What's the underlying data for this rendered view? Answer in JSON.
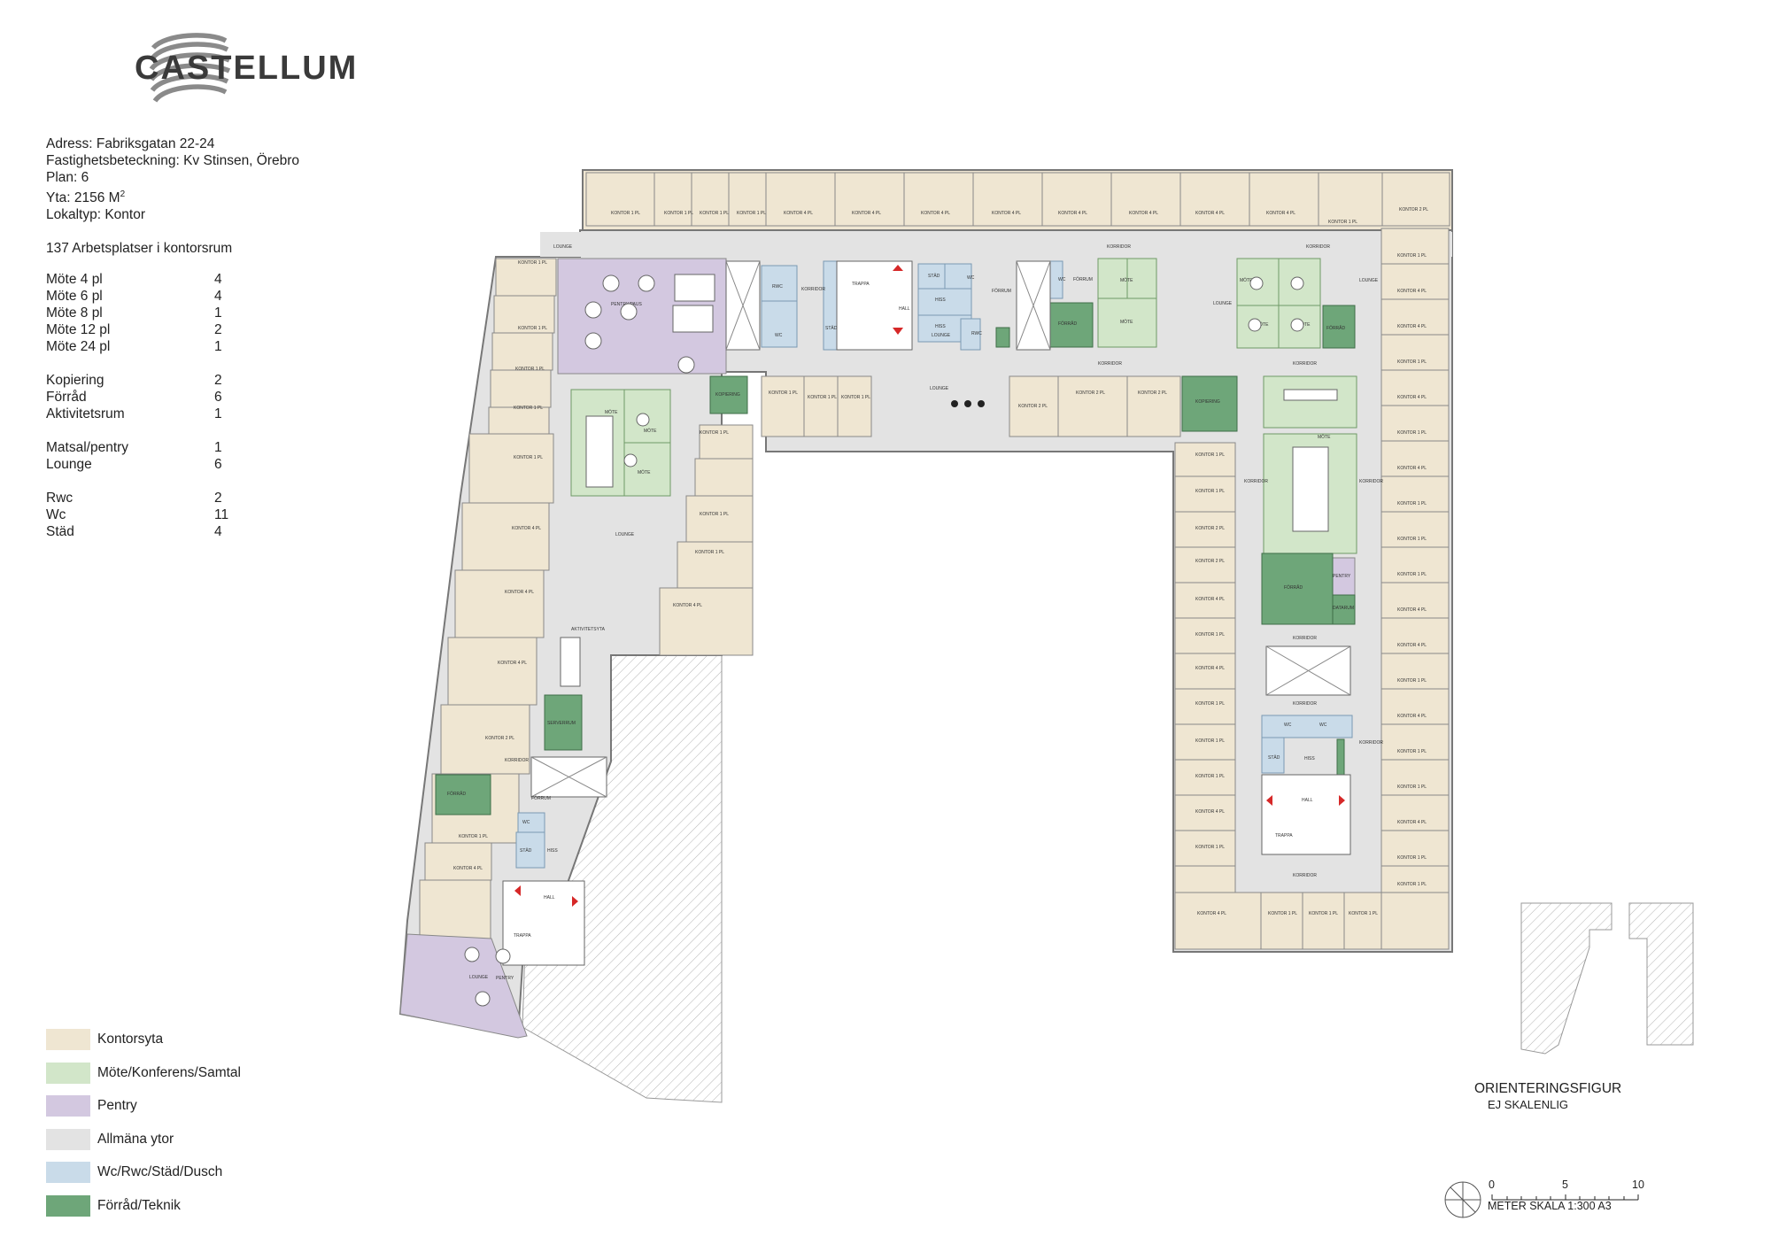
{
  "brand": {
    "name": "CASTELLUM"
  },
  "info": {
    "address": "Adress: Fabriksgatan 22-24",
    "property": "Fastighetsbeteckning: Kv Stinsen, Örebro",
    "floor": "Plan: 6",
    "area": "Yta: 2156 M",
    "area_sup": "2",
    "type": "Lokaltyp: Kontor",
    "workplaces": "137 Arbetsplatser i kontorsrum"
  },
  "counts": [
    {
      "label": "Möte 4 pl",
      "value": "4"
    },
    {
      "label": "Möte 6 pl",
      "value": "4"
    },
    {
      "label": "Möte 8 pl",
      "value": "1"
    },
    {
      "label": "Möte 12 pl",
      "value": "2"
    },
    {
      "label": "Möte 24 pl",
      "value": "1"
    },
    {
      "label": "Kopiering",
      "value": "2"
    },
    {
      "label": "Förråd",
      "value": "6"
    },
    {
      "label": "Aktivitetsrum",
      "value": "1"
    },
    {
      "label": "Matsal/pentry",
      "value": "1"
    },
    {
      "label": "Lounge",
      "value": "6"
    },
    {
      "label": "Rwc",
      "value": "2"
    },
    {
      "label": "Wc",
      "value": "11"
    },
    {
      "label": "Städ",
      "value": "4"
    }
  ],
  "legend": [
    {
      "label": "Kontorsyta",
      "color": "#efe6d2"
    },
    {
      "label": "Möte/Konferens/Samtal",
      "color": "#d2e6c9"
    },
    {
      "label": "Pentry",
      "color": "#d3c8e0"
    },
    {
      "label": "Allmäna ytor",
      "color": "#e3e3e3"
    },
    {
      "label": "Wc/Rwc/Städ/Dusch",
      "color": "#c9dbe9"
    },
    {
      "label": "Förråd/Teknik",
      "color": "#6ea679"
    }
  ],
  "orientation": {
    "title": "ORIENTERINGSFIGUR",
    "subtitle": "EJ SKALENLIG"
  },
  "scale": {
    "ticks": [
      "0",
      "5",
      "10"
    ],
    "label": "METER SKALA 1:300 A3"
  },
  "rooms": {
    "kontor1": "KONTOR 1 PL",
    "kontor2": "KONTOR 2 PL",
    "kontor4": "KONTOR 4 PL",
    "korridor": "KORRIDOR",
    "lounge": "LOUNGE",
    "mote": "MÖTE",
    "forrad": "FÖRRÅD",
    "pentry": "PENTRY",
    "trappa": "TRAPPA",
    "hall": "HALL",
    "hiss": "HISS",
    "stad": "STÄD",
    "wc": "WC",
    "rwc": "RWC",
    "kopiering": "KOPIERING",
    "aktivitet": "AKTIVITETSYTA",
    "pentrypausrum": "PENTRY/PAUS",
    "foajeer": "FÖRRUM",
    "datarum": "DATARUM",
    "serverrum": "SERVERRUM"
  }
}
